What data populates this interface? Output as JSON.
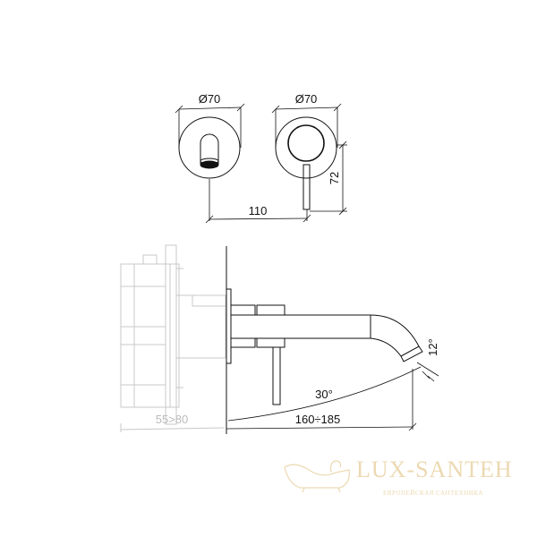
{
  "drawing": {
    "front_view": {
      "spout_diameter_label": "Ø70",
      "mixer_diameter_label": "Ø70",
      "center_distance_label": "110",
      "lever_height_label": "72"
    },
    "side_view": {
      "spout_projection_label": "160÷185",
      "lever_angle_label": "30°",
      "spout_angle_label": "12°",
      "installation_depth_label": "55>80"
    },
    "colors": {
      "line": "#111111",
      "hidden_part": "#c8c8c8",
      "watermark": "#ecd9b2"
    }
  },
  "watermark": {
    "brand": "LUX-SANTEH",
    "tagline": "ЕВРОПЕЙСКАЯ САНТЕХНИКА",
    "icon": "bathtub-icon"
  }
}
